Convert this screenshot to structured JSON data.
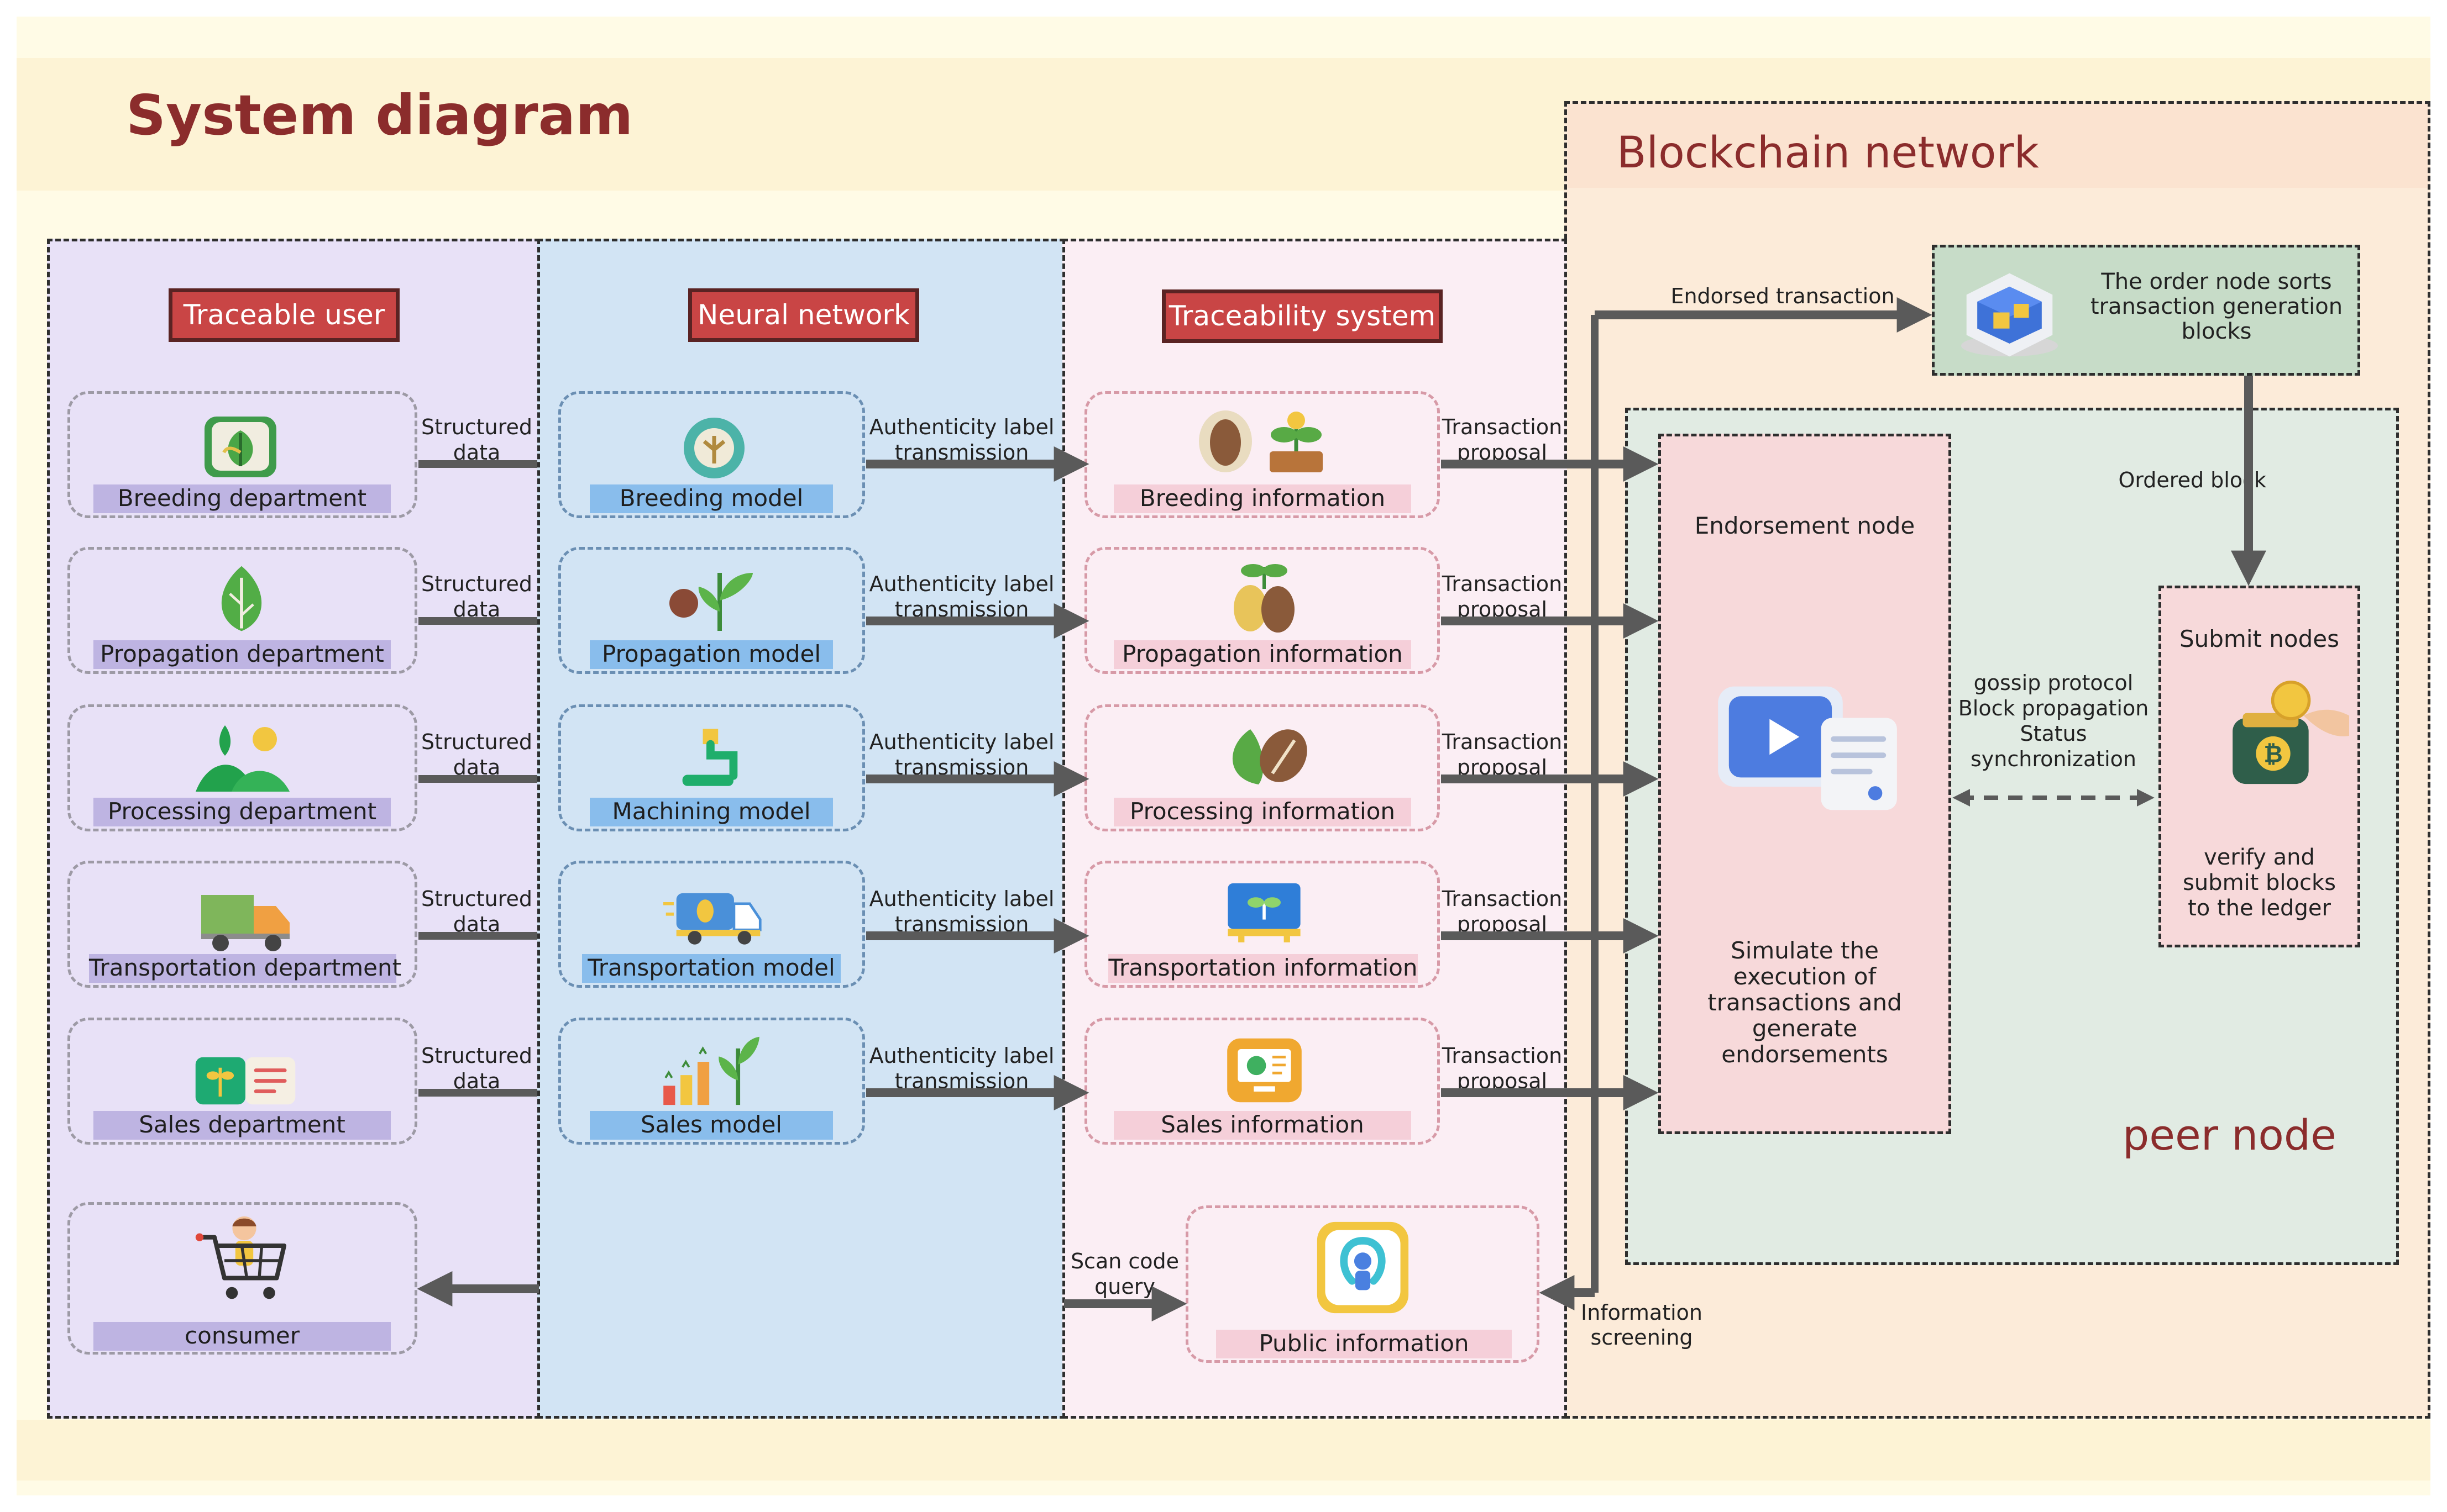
{
  "title": "System diagram",
  "blockchain": {
    "title": "Blockchain network",
    "order_node": "The order node sorts transaction generation blocks",
    "endorsed_transaction": "Endorsed transaction",
    "ordered_block": "Ordered block",
    "endorsement_node": {
      "title": "Endorsement node",
      "desc": "Simulate the execution of transactions and generate endorsements"
    },
    "gossip": [
      "gossip protocol",
      "Block propagation",
      "Status",
      "synchronization"
    ],
    "submit_nodes": {
      "title": "Submit nodes",
      "desc": [
        "verify and",
        "submit blocks",
        "to the ledger"
      ]
    },
    "peer_node": "peer node",
    "information_screening": [
      "Information",
      "screening"
    ]
  },
  "columns": {
    "user": {
      "title": "Traceable user",
      "items": [
        "Breeding department",
        "Propagation department",
        "Processing department",
        "Transportation department",
        "Sales department"
      ],
      "consumer": "consumer"
    },
    "neural": {
      "title": "Neural network",
      "items": [
        "Breeding model",
        "Propagation model",
        "Machining model",
        "Transportation model",
        "Sales model"
      ]
    },
    "trace": {
      "title": "Traceability system",
      "items": [
        "Breeding information",
        "Propagation information",
        "Processing information",
        "Transportation information",
        "Sales information"
      ],
      "public": "Public information"
    }
  },
  "arrow_labels": {
    "structured": [
      "Structured",
      "data"
    ],
    "authenticity": [
      "Authenticity label",
      "transmission"
    ],
    "transaction": [
      "Transaction",
      "proposal"
    ],
    "scan": [
      "Scan code",
      "query"
    ]
  },
  "colors": {
    "title_red": "#8b2c2c",
    "badge_red": "#c94545",
    "user_bg": "#e8e1f7",
    "neural_bg": "#d2e4f4",
    "trace_bg": "#fbeef4",
    "blockchain_bg": "#fcebd9",
    "peer_bg": "#e1ebe3",
    "arrow": "#5a5a5a"
  }
}
